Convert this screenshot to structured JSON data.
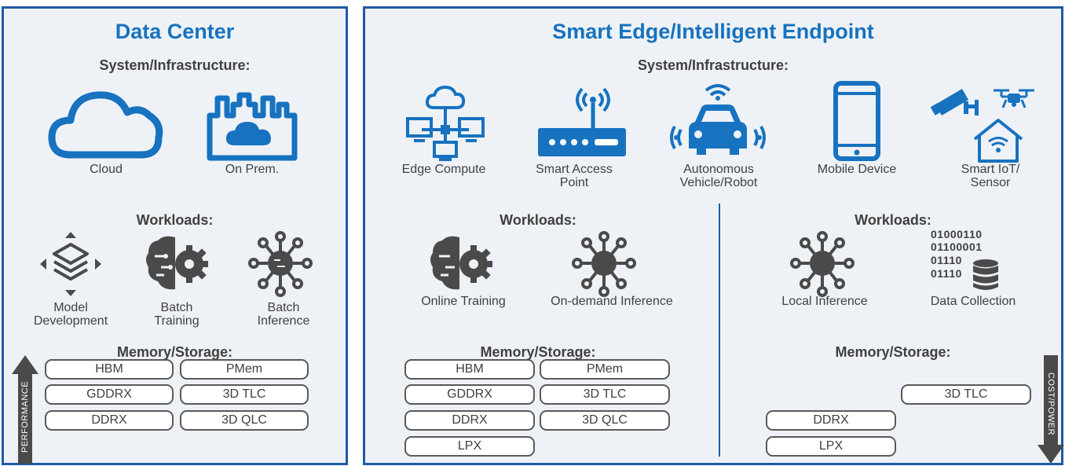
{
  "dc": {
    "title": "Data Center",
    "sys_heading": "System/Infrastructure:",
    "cloud": "Cloud",
    "onprem": "On Prem.",
    "work_heading": "Workloads:",
    "model_dev": "Model\nDevelopment",
    "batch_train": "Batch\nTraining",
    "batch_inf": "Batch\nInference",
    "mem_heading": "Memory/Storage:",
    "mem": [
      "HBM",
      "PMem",
      "GDDRX",
      "3D TLC",
      "DDRX",
      "3D QLC"
    ],
    "arrow": "PERFORMANCE"
  },
  "edge": {
    "title": "Smart Edge/Intelligent Endpoint",
    "sys_heading": "System/Infrastructure:",
    "edge_compute": "Edge Compute",
    "smart_ap": "Smart Access\nPoint",
    "auto_vehicle": "Autonomous\nVehicle/Robot",
    "mobile": "Mobile Device",
    "iot": "Smart IoT/\nSensor",
    "left": {
      "work_heading": "Workloads:",
      "online_training": "Online Training",
      "ondemand_inf": "On-demand Inference",
      "mem_heading": "Memory/Storage:",
      "mem": [
        "HBM",
        "PMem",
        "GDDRX",
        "3D TLC",
        "DDRX",
        "3D QLC",
        "LPX"
      ]
    },
    "right": {
      "work_heading": "Workloads:",
      "local_inf": "Local Inference",
      "data_collection": "Data Collection",
      "binary": [
        "01000110",
        "01100001",
        "01110",
        "01110"
      ],
      "mem_heading": "Memory/Storage:",
      "mem": [
        "3D TLC",
        "DDRX",
        "LPX"
      ]
    },
    "arrow": "COST/POWER"
  },
  "colors": {
    "accent": "#1772c0",
    "border": "#1f5aa6",
    "icon_dark": "#4a4a4a",
    "panel_bg": "#eef2f6"
  }
}
